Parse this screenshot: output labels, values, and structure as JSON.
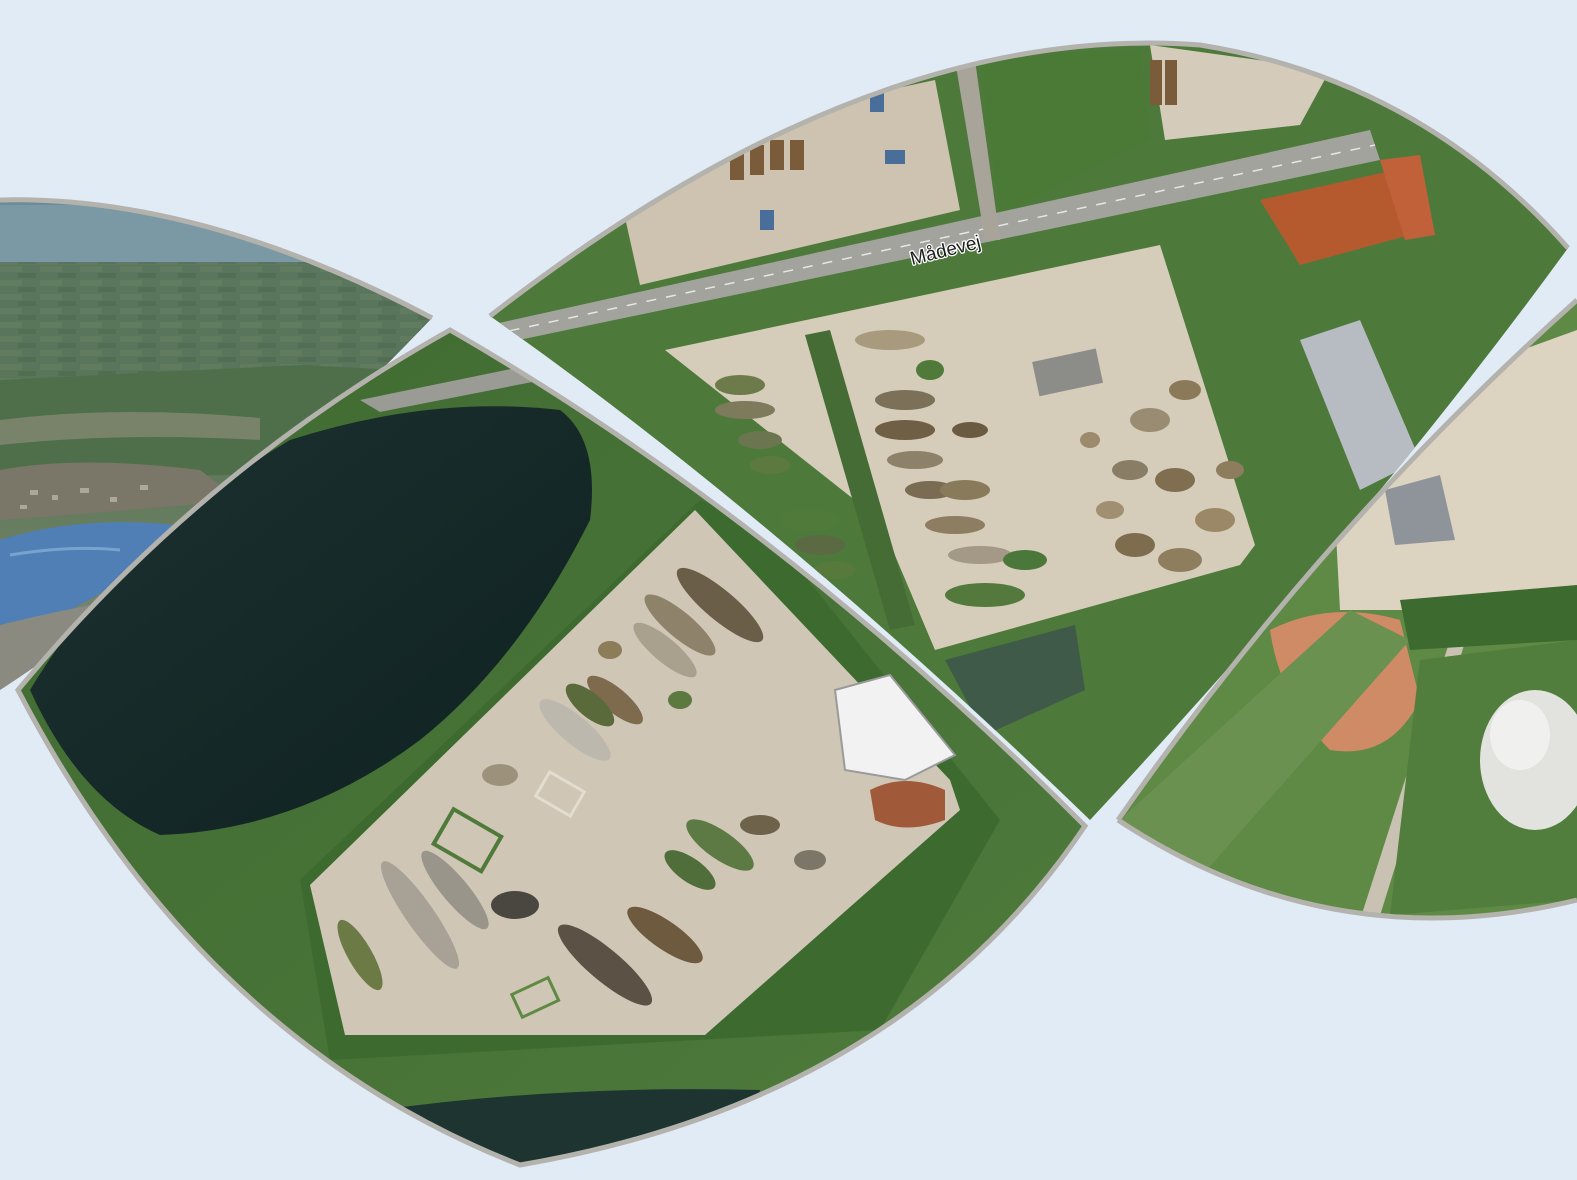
{
  "image": {
    "description_panels": [
      "coastal-landscape-photo",
      "aerial-site-photo-left",
      "aerial-site-photo-center",
      "aerial-site-photo-right"
    ],
    "background_color": "#e0ebf5",
    "frame_color": "#b4b2ad"
  },
  "map_labels": {
    "road_name": "Mådevej"
  }
}
